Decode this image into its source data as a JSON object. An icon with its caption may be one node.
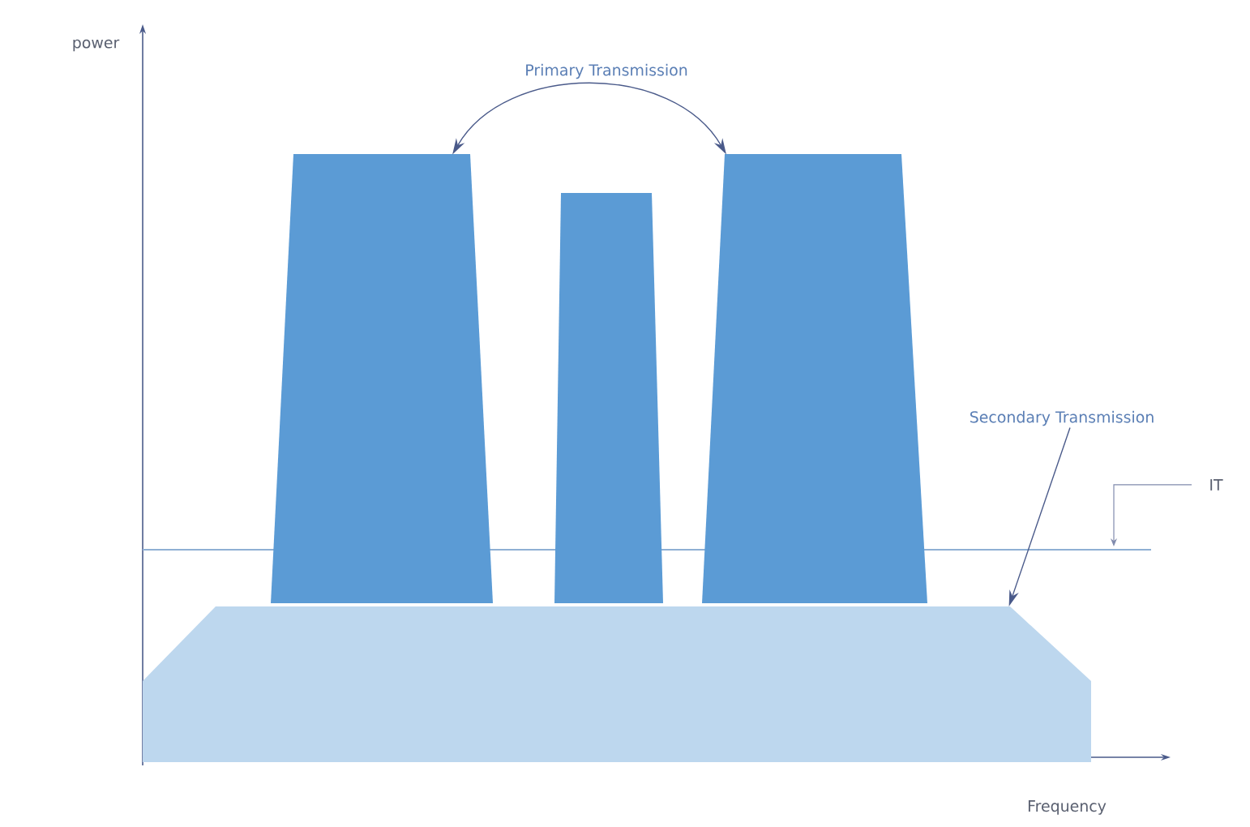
{
  "diagram": {
    "nodes": [
      {
        "text": [],
        "shape": "box"
      },
      {
        "text": [],
        "shape": "box"
      },
      {
        "text": [],
        "shape": "box"
      },
      {
        "text": [],
        "shape": "box"
      },
      {
        "text": [
          "Secondary Transmission"
        ]
      }
    ],
    "edges": [
      {
        "from": 0,
        "to": 2,
        "arrow": "both",
        "label": "Primary Transmission"
      },
      {
        "from": 4,
        "to": 3,
        "arrow": "to"
      }
    ],
    "labels": [
      "power",
      "IT",
      "Frequency"
    ]
  }
}
